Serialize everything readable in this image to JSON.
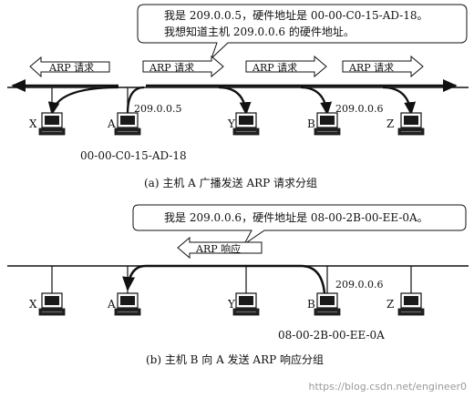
{
  "part_a": {
    "callout_line1": "我是 209.0.0.5，硬件地址是 00-00-C0-15-AD-18。",
    "callout_line2": "我想知道主机 209.0.0.6 的硬件地址。",
    "arp_request_label": "ARP 请求",
    "host_labels": [
      "X",
      "A",
      "Y",
      "B",
      "Z"
    ],
    "ip_a": "209.0.0.5",
    "ip_b": "209.0.0.6",
    "mac_a": "00-00-C0-15-AD-18",
    "caption": "(a) 主机 A 广播发送 ARP 请求分组"
  },
  "part_b": {
    "callout_line1": "我是 209.0.0.6，硬件地址是 08-00-2B-00-EE-0A。",
    "arp_reply_label": "ARP 响应",
    "host_labels": [
      "X",
      "A",
      "Y",
      "B",
      "Z"
    ],
    "ip_b": "209.0.0.6",
    "mac_b": "08-00-2B-00-EE-0A",
    "caption": "(b) 主机 B 向 A 发送 ARP 响应分组"
  },
  "watermark": "https://blog.csdn.net/engineer0"
}
